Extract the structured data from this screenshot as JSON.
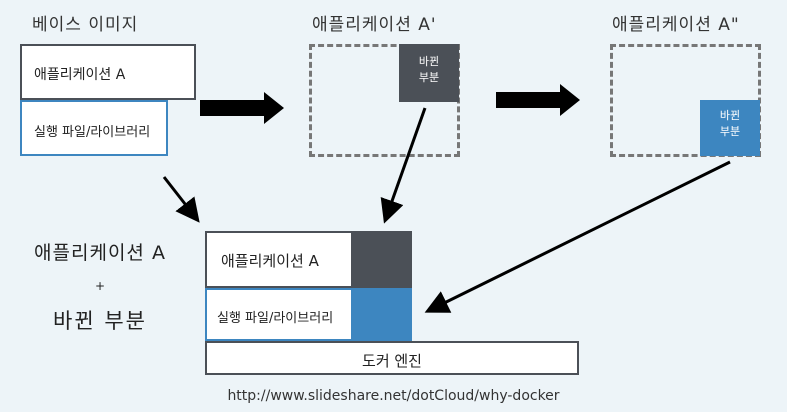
{
  "base_image": {
    "title": "베이스 이미지",
    "app_label": "애플리케이션 A",
    "lib_label": "실행 파일/라이브러리"
  },
  "app_a_prime": {
    "title": "애플리케이션 A'",
    "changed_label_1": "바뀐",
    "changed_label_2": "부분"
  },
  "app_a_double_prime": {
    "title": "애플리케이션 A\"",
    "changed_label_1": "바뀐",
    "changed_label_2": "부분"
  },
  "legend": {
    "line1": "애플리케이션 A",
    "plus": "+",
    "line2": "바뀐 부분"
  },
  "stack": {
    "app_label": "애플리케이션 A",
    "lib_label": "실행 파일/라이브러리",
    "engine_label": "도커 엔진"
  },
  "source_url": "http://www.slideshare.net/dotCloud/why-docker",
  "colors": {
    "dark": "#4b5057",
    "blue": "#3d86c0",
    "arrow": "#000000",
    "background": "#edf4f8"
  }
}
